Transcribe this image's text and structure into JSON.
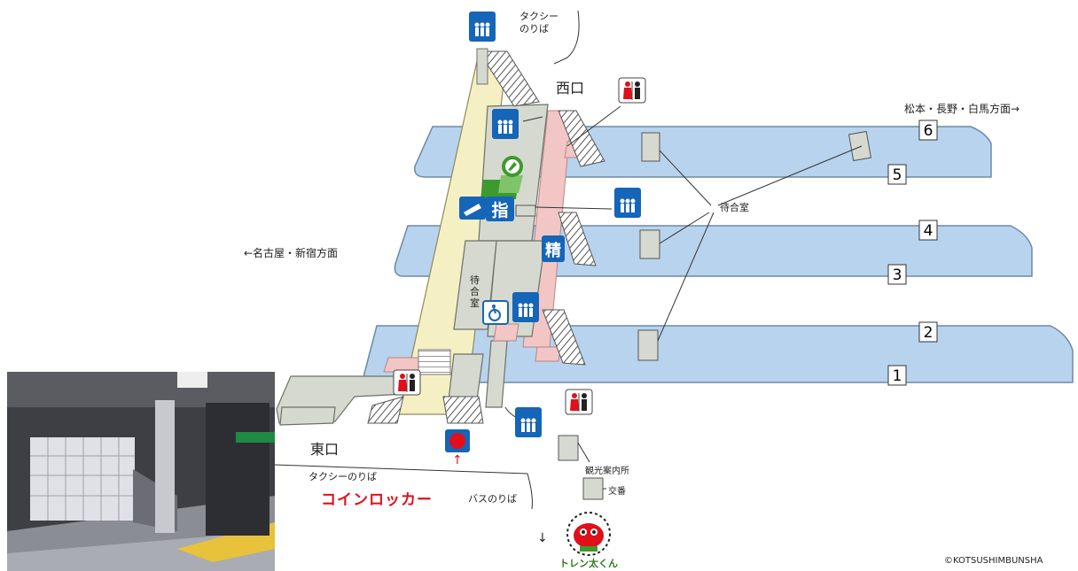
{
  "labels": {
    "west_exit": "西口",
    "east_exit": "東口",
    "taxi_top": [
      "タクシー",
      "のりば"
    ],
    "direction_right": "松本・長野・白馬方面→",
    "direction_left": "←名古屋・新宿方面",
    "waiting_room": "待合室",
    "waiting_room_vertical": "待合室",
    "tourist_info": "観光案内所",
    "koban": "交番",
    "taxi_bottom": "タクシーのりば",
    "bus_stop": "バスのりば",
    "coin_locker": "コインロッカー",
    "arrow_up": "↑",
    "arrow_down": "↓",
    "copyright": "©KOTSUSHIMBUNSHA",
    "reserved_seat_icon_text": "指",
    "fare_adjust_icon_text": "精",
    "mascot_text": "トレン太くん"
  },
  "platform_numbers": [
    "6",
    "5",
    "4",
    "3",
    "2",
    "1"
  ],
  "colors": {
    "platform": "#b8d3ee",
    "concourse": "#f4f0c4",
    "building": "#d6d9cf",
    "pink": "#f3c6c6",
    "icon_blue": "#1565b8",
    "accent_red": "#e0101a",
    "green": "#3c9a2e"
  }
}
